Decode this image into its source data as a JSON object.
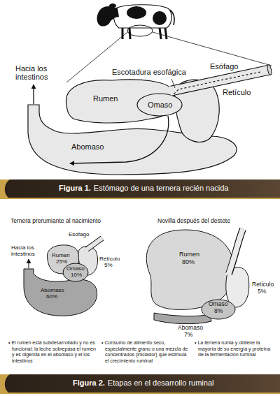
{
  "diagram": {
    "labels": [
      "Hacia los intestinos",
      "Escotadura esofágica",
      "Esófago",
      "Rumen",
      "Omaso",
      "Retículo",
      "Abomaso",
      "Figura 1.",
      "Estómago de una ternera recién nacida",
      "Ternera prerumiante al nacimiento",
      "Novilla después del destete",
      "Esófago",
      "Hacia los intestinos",
      "Rumen",
      "25%",
      "Omaso",
      "10%",
      "Retículo",
      "5%",
      "Abomaso",
      "60%",
      "Rumen",
      "80%",
      "Retículo",
      "5%",
      "Omaso",
      "8%",
      "Abomaso",
      "7%",
      "• El rumen está subdesarrollado y no es funcional; la leche sobrepasa el rumen y es digerida en el abomaso y el los intestinos",
      "• Consumo de alimento seco, especialmente grano o una mezcla de concentrados (iniciador) que estimula el crecimiento ruminal",
      "• La ternera rumia y obtiene la mayoría de su energía y proteína de la fermentación ruminal",
      "Figura 2.",
      "Etapas en el desarrollo ruminal"
    ]
  }
}
